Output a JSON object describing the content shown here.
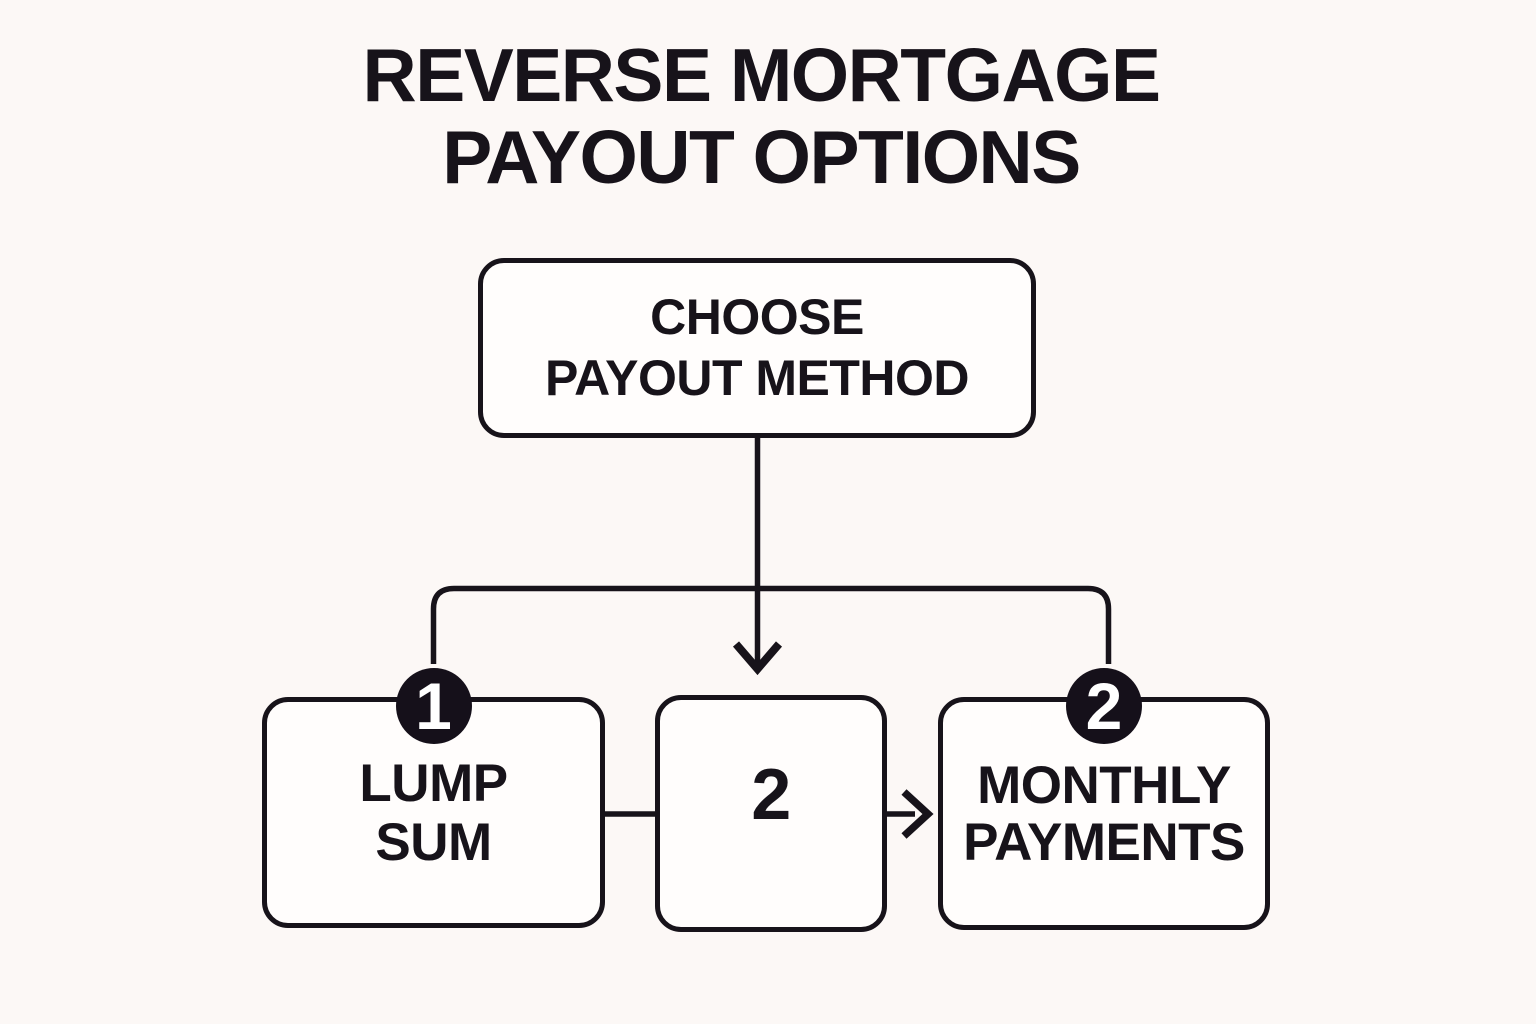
{
  "colors": {
    "background": "#fcf8f6",
    "node_fill": "#fffdfc",
    "ink": "#17131a",
    "badge_background": "#15101a",
    "badge_text": "#ffffff"
  },
  "title": {
    "line1": "REVERSE MORTGAGE",
    "line2": "PAYOUT OPTIONS"
  },
  "diagram": {
    "root": {
      "line1": "CHOOSE",
      "line2": "PAYOUT METHOD"
    },
    "options": [
      {
        "badge": "1",
        "line1": "LUMP",
        "line2": "SUM"
      },
      {
        "label": "2"
      },
      {
        "badge": "2",
        "line1": "MONTHLY",
        "line2": "PAYMENTS"
      }
    ]
  }
}
